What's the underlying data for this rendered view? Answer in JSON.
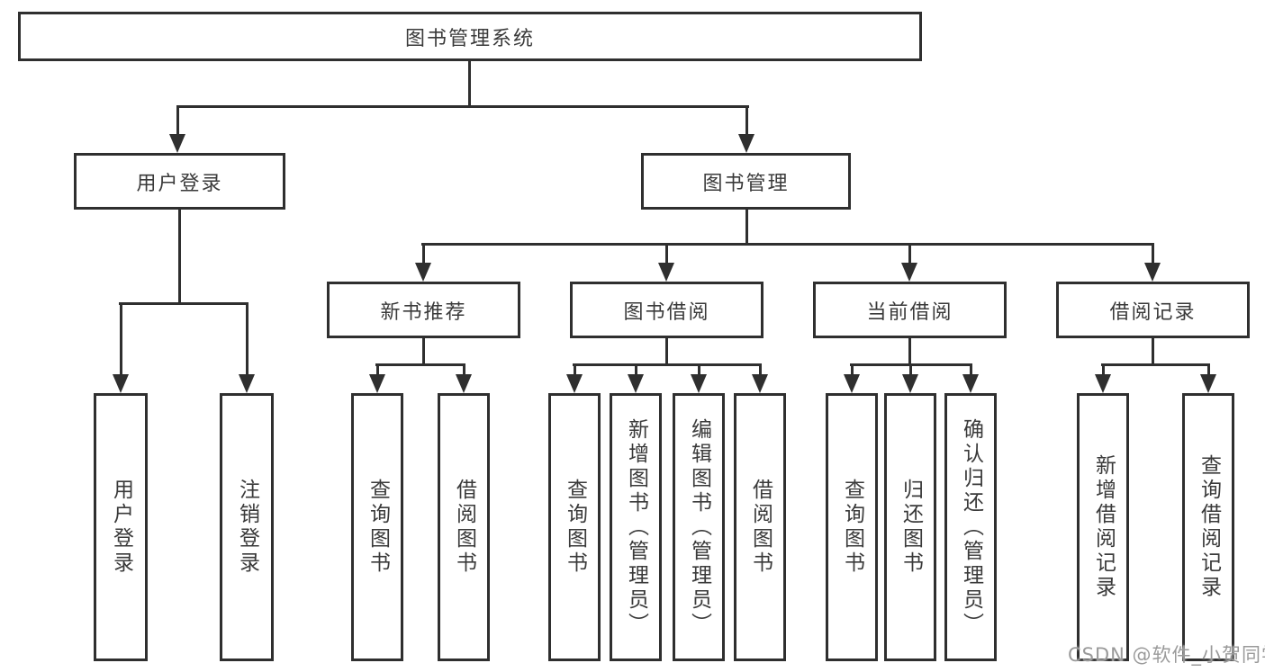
{
  "diagram": {
    "root": "图书管理系统",
    "level2": {
      "user_login": "用户登录",
      "book_mgmt": "图书管理"
    },
    "level3": {
      "new_books": "新书推荐",
      "book_borrow": "图书借阅",
      "current_borrow": "当前借阅",
      "borrow_records": "借阅记录"
    },
    "leaves": {
      "user_login": "用户登录",
      "logout": "注销登录",
      "nb_query_books": "查询图书",
      "nb_borrow_books": "借阅图书",
      "bb_query_books": "查询图书",
      "bb_add_books": "新增图书（管理员）",
      "bb_edit_books": "编辑图书（管理员）",
      "bb_borrow_books": "借阅图书",
      "cb_query_books": "查询图书",
      "cb_return_books": "归还图书",
      "cb_confirm_return": "确认归还（管理员）",
      "br_add_record": "新增借阅记录",
      "br_query_record": "查询借阅记录"
    }
  },
  "watermark": "CSDN @软件_小贺同学",
  "colors": {
    "line": "#2f2f2f",
    "background": "#ffffff",
    "watermark_text": "#9a9a9a"
  }
}
